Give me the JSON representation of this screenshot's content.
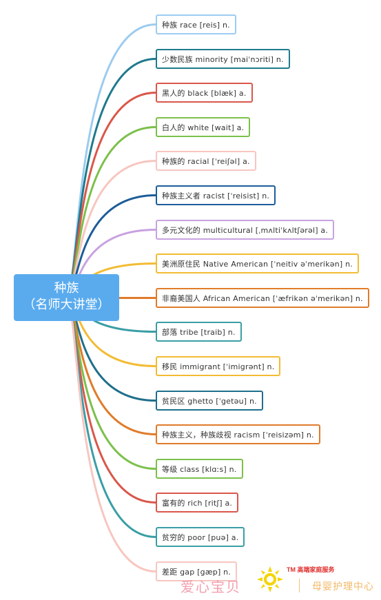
{
  "root": {
    "title_line1": "种族",
    "title_line2": "（名师大讲堂）",
    "color": "#5aabee"
  },
  "nodes": [
    {
      "text": "种族  race  [reis]  n.",
      "color": "#9ccbf0"
    },
    {
      "text": "少数民族  minority  [maiˈnɔriti]  n.",
      "color": "#1f7a8c"
    },
    {
      "text": "黑人的  black  [blæk]  a.",
      "color": "#d9574a"
    },
    {
      "text": "白人的  white  [wait]  a.",
      "color": "#7cc04b"
    },
    {
      "text": "种族的  racial  [ˈreiʃəl]  a.",
      "color": "#f7c6c0"
    },
    {
      "text": "种族主义者  racist  [ˈreisist]  n.",
      "color": "#1c5d99"
    },
    {
      "text": "多元文化的  multicultural  [ˌmʌltiˈkʌltʃərəl]  a.",
      "color": "#c8a2e0"
    },
    {
      "text": "美洲原住民  Native  American  [ˈneitiv  əˈmerikən]  n.",
      "color": "#f2bc33"
    },
    {
      "text": "非裔美国人  African  American  [ˈæfrikən  əˈmerikən]  n.",
      "color": "#e07b2a"
    },
    {
      "text": "部落  tribe  [traib]  n.",
      "color": "#3a9ea5"
    },
    {
      "text": "移民  immigrant  [ˈimigrənt]  n.",
      "color": "#f2bc33"
    },
    {
      "text": "贫民区  ghetto  [ˈgetəu]  n.",
      "color": "#1f6f8b"
    },
    {
      "text": "种族主义，种族歧视  racism  [ˈreisizəm]  n.",
      "color": "#e07b2a"
    },
    {
      "text": "等级  class  [klɑːs]  n.",
      "color": "#7cc04b"
    },
    {
      "text": "富有的  rich  [ritʃ]  a.",
      "color": "#d9574a"
    },
    {
      "text": "贫穷的  poor  [puə]  a.",
      "color": "#3a9ea5"
    },
    {
      "text": "差距  gap  [gæp]  n.",
      "color": "#f7c6c0"
    }
  ],
  "watermark": {
    "left_text": "爱心宝贝",
    "tm_text": "TM 高端家庭服务",
    "right_text": "母婴护理中心",
    "logo_color": "#f5d400",
    "left_color": "#f08fa0",
    "right_color": "#f2b866"
  }
}
